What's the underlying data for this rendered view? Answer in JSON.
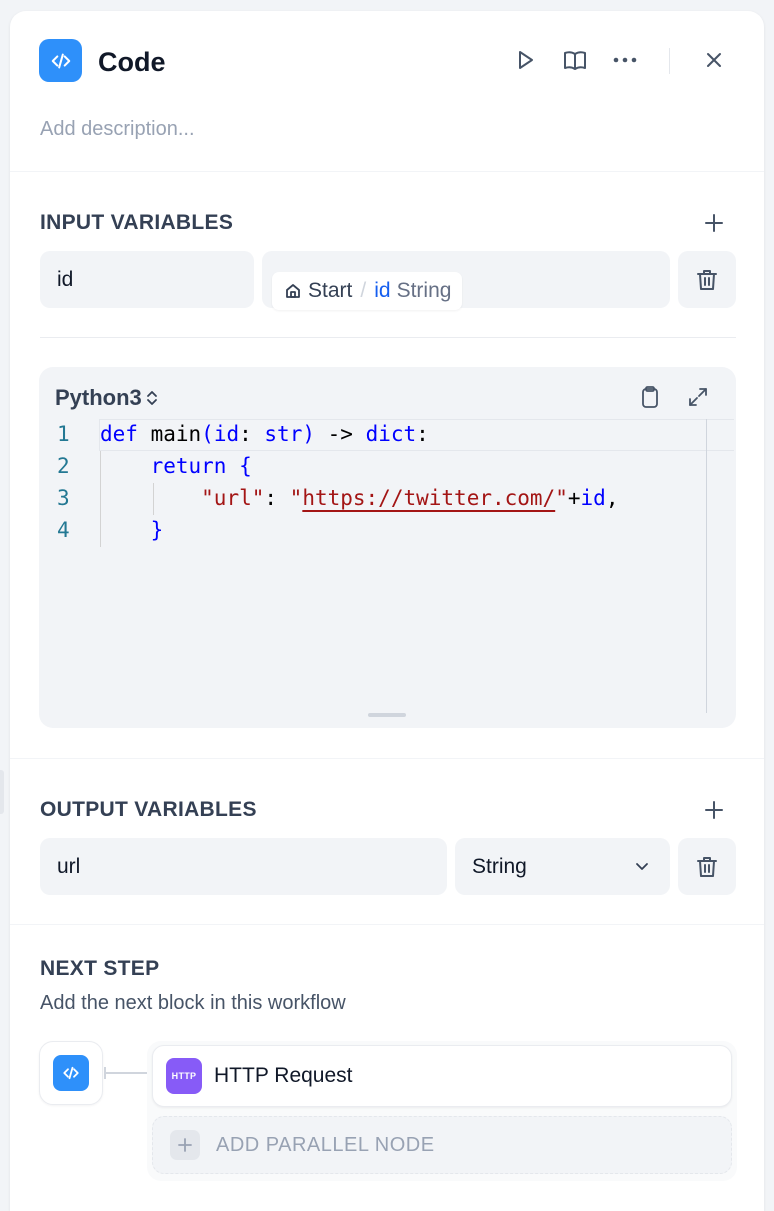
{
  "node": {
    "title": "Code",
    "description_placeholder": "Add description..."
  },
  "header": {
    "actions": [
      "run-icon",
      "docs-book-icon",
      "more-icon",
      "close-icon"
    ]
  },
  "input_variables": {
    "title": "INPUT VARIABLES",
    "rows": [
      {
        "name": "id",
        "source_node": "Start",
        "source_var": "id",
        "source_type": "String"
      }
    ]
  },
  "editor": {
    "language": "Python3",
    "line_numbers": [
      "1",
      "2",
      "3",
      "4"
    ],
    "lines": {
      "l1_def": "def",
      "l1_main": " main",
      "l1_paren_open": "(",
      "l1_id": "id",
      "l1_colon": ": ",
      "l1_str": "str",
      "l1_paren_close": ")",
      "l1_arrow": " -> ",
      "l1_dict": "dict",
      "l1_end": ":",
      "l2_indent": "    ",
      "l2_return": "return",
      "l2_brace": " {",
      "l3_indent": "        ",
      "l3_key": "\"url\"",
      "l3_colon": ": ",
      "l3_quote": "\"",
      "l3_value": "https://twitter.com/",
      "l3_quote_close": "\"",
      "l3_plus": "+",
      "l3_id": "id",
      "l3_comma": ",",
      "l4_indent": "    ",
      "l4_brace": "}"
    }
  },
  "output_variables": {
    "title": "OUTPUT VARIABLES",
    "rows": [
      {
        "name": "url",
        "type": "String"
      }
    ]
  },
  "next_step": {
    "title": "NEXT STEP",
    "subtitle": "Add the next block in this workflow",
    "nodes": [
      {
        "badge": "HTTP",
        "label": "HTTP Request"
      }
    ],
    "add_parallel_label": "ADD PARALLEL NODE"
  },
  "colors": {
    "code_node": "#2e90fa",
    "http_node": "#875bf7",
    "keyword": "#0000ff",
    "string": "#a31515"
  }
}
